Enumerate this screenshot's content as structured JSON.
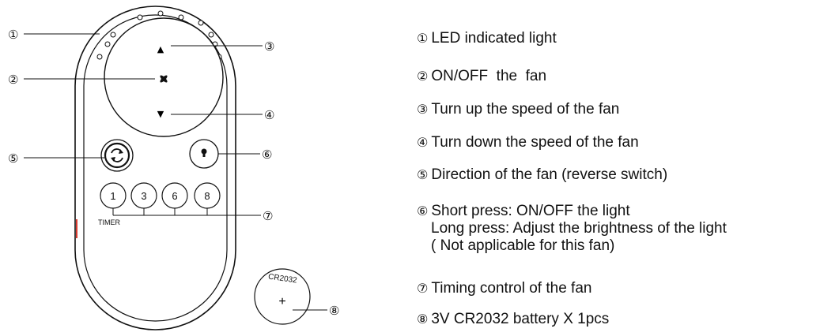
{
  "callouts": [
    "①",
    "②",
    "③",
    "④",
    "⑤",
    "⑥",
    "⑦",
    "⑧"
  ],
  "remote": {
    "buttons": [
      "1",
      "3",
      "6",
      "8"
    ],
    "timer_label": "TIMER",
    "battery_label": "CR2032",
    "battery_plus": "+",
    "up_glyph": "▲",
    "down_glyph": "▼",
    "fan_icon": "fan-icon",
    "reverse_icon": "reverse-icon",
    "light_icon": "bulb-icon"
  },
  "legend": [
    {
      "marker": "①",
      "lines": [
        "LED indicated light"
      ]
    },
    {
      "marker": "②",
      "lines": [
        "ON/OFF  the  fan"
      ]
    },
    {
      "marker": "③",
      "lines": [
        "Turn up the speed of the fan"
      ]
    },
    {
      "marker": "④",
      "lines": [
        "Turn down the speed of the fan"
      ]
    },
    {
      "marker": "⑤",
      "lines": [
        "Direction of the fan (reverse switch)"
      ]
    },
    {
      "marker": "⑥",
      "lines": [
        "Short press: ON/OFF the light",
        "Long press: Adjust the brightness of the light",
        "( Not applicable for this fan)"
      ]
    },
    {
      "marker": "⑦",
      "lines": [
        "Timing control of the fan"
      ]
    },
    {
      "marker": "⑧",
      "lines": [
        "3V CR2032 battery X 1pcs"
      ]
    }
  ]
}
